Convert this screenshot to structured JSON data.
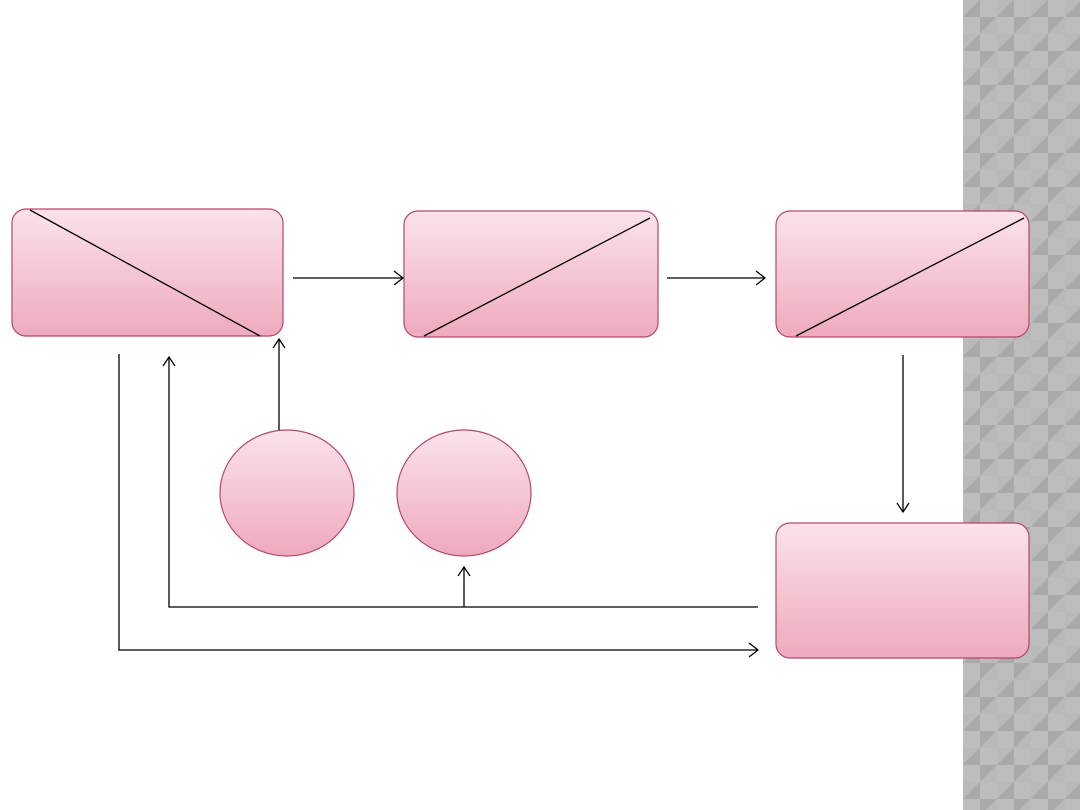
{
  "diagram": {
    "nodes": [
      {
        "id": "box-1",
        "shape": "rect",
        "label": ""
      },
      {
        "id": "box-2",
        "shape": "rect",
        "label": ""
      },
      {
        "id": "box-3",
        "shape": "rect",
        "label": ""
      },
      {
        "id": "box-4",
        "shape": "rect",
        "label": ""
      },
      {
        "id": "circle-1",
        "shape": "ellipse",
        "label": ""
      },
      {
        "id": "circle-2",
        "shape": "ellipse",
        "label": ""
      }
    ],
    "edges": [
      {
        "from": "box-1",
        "to": "box-2"
      },
      {
        "from": "box-2",
        "to": "box-3"
      },
      {
        "from": "box-3",
        "to": "box-4"
      },
      {
        "from": "circle-1",
        "to": "box-1"
      },
      {
        "from": "box-4",
        "to": "box-1"
      },
      {
        "from": "box-4",
        "to": "circle-2"
      },
      {
        "from": "box-1",
        "to": "box-4"
      }
    ]
  },
  "colors": {
    "node_fill_top": "#fbe3e9",
    "node_fill_bottom": "#eeaabd",
    "node_stroke": "#b5476a",
    "line": "#000000",
    "side_pattern": "#a9a9a9"
  }
}
